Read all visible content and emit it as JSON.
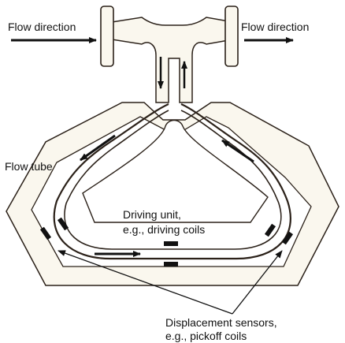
{
  "labels": {
    "flow_direction_left": "Flow direction",
    "flow_direction_right": "Flow direction",
    "flow_tube": "Flow tube",
    "driving_unit_line1": "Driving unit,",
    "driving_unit_line2": "e.g., driving coils",
    "sensors_line1": "Displacement sensors,",
    "sensors_line2": "e.g., pickoff coils"
  },
  "colors": {
    "line": "#2b2119",
    "fill": "#faf7ee",
    "text": "#111111"
  }
}
